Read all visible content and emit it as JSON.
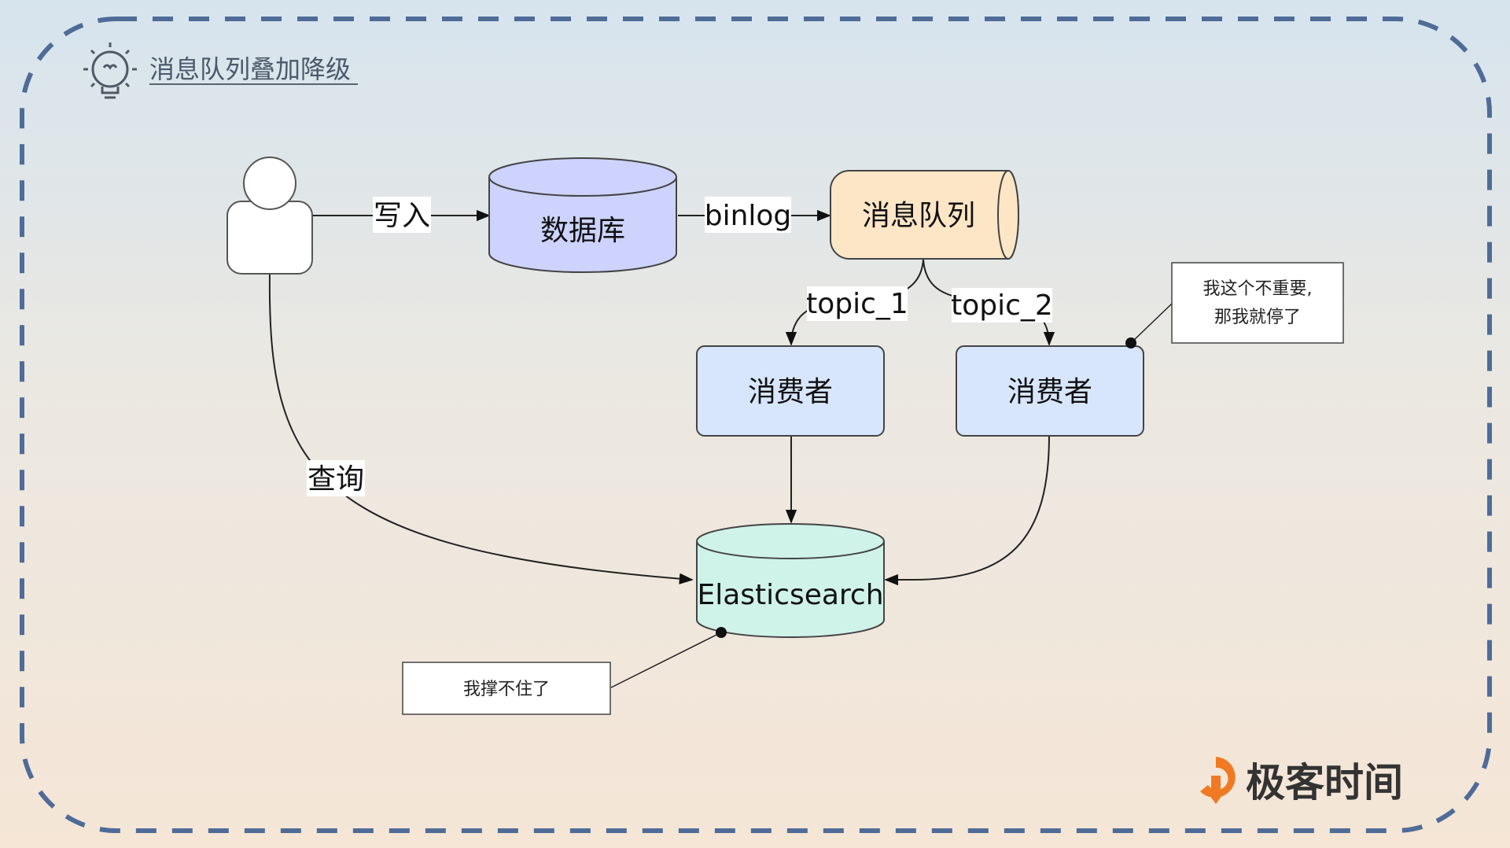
{
  "title": "消息队列叠加降级",
  "nodes": {
    "database": "数据库",
    "queue": "消息队列",
    "consumer_1": "消费者",
    "consumer_2": "消费者",
    "search": "Elasticsearch"
  },
  "edges": {
    "write": "写入",
    "binlog": "binlog",
    "topic_1": "topic_1",
    "topic_2": "topic_2",
    "query": "查询"
  },
  "notes": {
    "unimportant_line1": "我这个不重要,",
    "unimportant_line2": "那我就停了",
    "overloaded": "我撑不住了"
  },
  "brand": "极客时间",
  "colors": {
    "border_dash": "#4f6c98",
    "database_fill": "#cdd3fc",
    "queue_fill": "#fde6c6",
    "consumer_fill": "#d8e6fd",
    "search_fill": "#cff2e9",
    "brand_orange": "#f07a24"
  },
  "icons": {
    "title_icon": "lightbulb-icon",
    "actor": "user-icon",
    "brand_logo": "geektime-logo-icon"
  }
}
